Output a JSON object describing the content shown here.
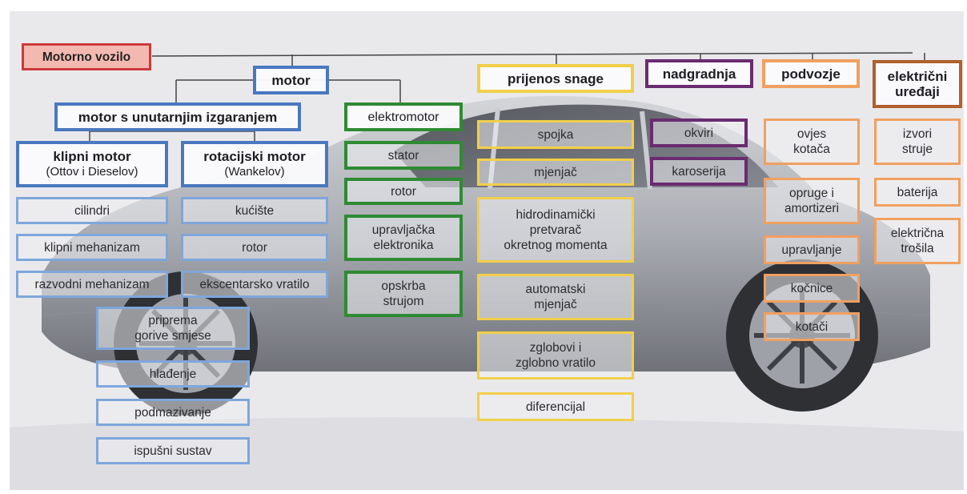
{
  "title": "Motorno vozilo",
  "categories": {
    "motor": "motor",
    "prijenos": "prijenos snage",
    "nadgradnja": "nadgradnja",
    "podvozje": "podvozje",
    "elektricni": "električni\nuređaji"
  },
  "motor": {
    "ice": "motor s unutarnjim izgaranjem",
    "klipni_title": "klipni motor",
    "klipni_sub": "(Ottov i Dieselov)",
    "rotacijski_title": "rotacijski motor",
    "rotacijski_sub": "(Wankelov)",
    "klipni_items": [
      "cilindri",
      "klipni mehanizam",
      "razvodni mehanizam"
    ],
    "rotacijski_items": [
      "kućište",
      "rotor",
      "ekscentarsko vratilo"
    ],
    "shared_items": [
      "priprema\ngorive smjese",
      "hlađenje",
      "podmazivanje",
      "ispušni sustav"
    ],
    "elektromotor": "elektromotor",
    "elektromotor_items": [
      "stator",
      "rotor",
      "upravljačka\nelektronika",
      "opskrba\nstrujom"
    ]
  },
  "prijenos_items": [
    "spojka",
    "mjenjač",
    "hidrodinamički\npretvarač\nokretnog momenta",
    "automatski\nmjenjač",
    "zglobovi i\nzglobno vratilo",
    "diferencijal"
  ],
  "nadgradnja_items": [
    "okviri",
    "karoserija"
  ],
  "podvozje_items": [
    "ovjes\nkotača",
    "opruge i\namortizeri",
    "upravljanje",
    "kočnice",
    "kotači"
  ],
  "elektricni_items": [
    "izvori\nstruje",
    "baterija",
    "električna\ntrošila"
  ],
  "colors": {
    "motor": "#4a78c0",
    "elektromotor": "#2f8a33",
    "prijenos": "#f2cf4a",
    "nadgradnja": "#6a2b70",
    "podvozje": "#f0a060",
    "elektricni": "#b0602e",
    "root": "#cc3a3a"
  }
}
